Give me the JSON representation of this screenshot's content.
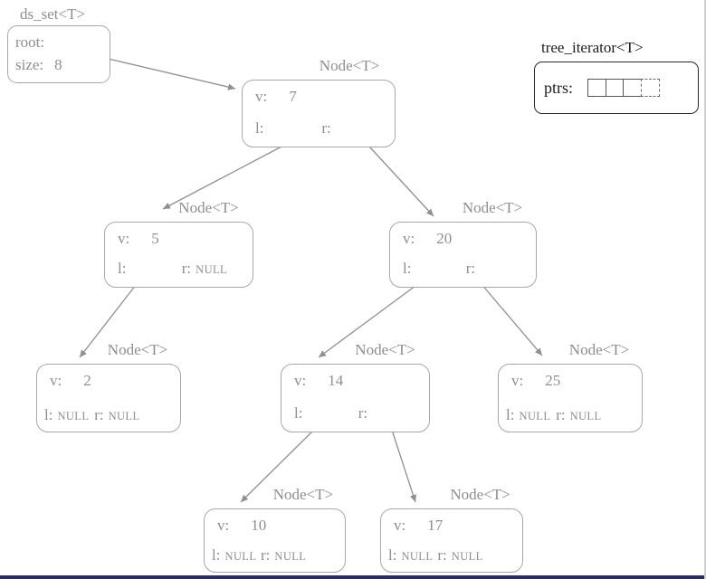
{
  "ds_set": {
    "title": "ds_set<T>",
    "root_label": "root:",
    "size_label": "size:",
    "size_value": "8"
  },
  "iterator": {
    "title": "tree_iterator<T>",
    "ptrs_label": "ptrs:",
    "cell_count": 4,
    "cell_styles": [
      "solid",
      "solid",
      "solid",
      "dashed"
    ]
  },
  "nodes": [
    {
      "title": "Node<T>",
      "v_label": "v:",
      "v": "7",
      "l_label": "l:",
      "l": "",
      "r_label": "r:",
      "r": ""
    },
    {
      "title": "Node<T>",
      "v_label": "v:",
      "v": "5",
      "l_label": "l:",
      "l": "",
      "r_label": "r:",
      "r": "NULL"
    },
    {
      "title": "Node<T>",
      "v_label": "v:",
      "v": "20",
      "l_label": "l:",
      "l": "",
      "r_label": "r:",
      "r": ""
    },
    {
      "title": "Node<T>",
      "v_label": "v:",
      "v": "2",
      "l_label": "l:",
      "l": "NULL",
      "r_label": "r:",
      "r": "NULL"
    },
    {
      "title": "Node<T>",
      "v_label": "v:",
      "v": "14",
      "l_label": "l:",
      "l": "",
      "r_label": "r:",
      "r": ""
    },
    {
      "title": "Node<T>",
      "v_label": "v:",
      "v": "25",
      "l_label": "l:",
      "l": "NULL",
      "r_label": "r:",
      "r": "NULL"
    },
    {
      "title": "Node<T>",
      "v_label": "v:",
      "v": "10",
      "l_label": "l:",
      "l": "NULL",
      "r_label": "r:",
      "r": "NULL"
    },
    {
      "title": "Node<T>",
      "v_label": "v:",
      "v": "17",
      "l_label": "l:",
      "l": "NULL",
      "r_label": "r:",
      "r": "NULL"
    }
  ],
  "edges": [
    {
      "from": "ds_set.root",
      "to": "node-7"
    },
    {
      "from": "node-7.l",
      "to": "node-5"
    },
    {
      "from": "node-7.r",
      "to": "node-20"
    },
    {
      "from": "node-5.l",
      "to": "node-2"
    },
    {
      "from": "node-20.l",
      "to": "node-14"
    },
    {
      "from": "node-20.r",
      "to": "node-25"
    },
    {
      "from": "node-14.l",
      "to": "node-10"
    },
    {
      "from": "node-14.r",
      "to": "node-17"
    }
  ],
  "colors": {
    "diagram_gray": "#8e8e8e",
    "node_border": "#a8a8a8",
    "arrow": "#8f8f8f",
    "iterator_black": "#1c1c1c",
    "bottom_bar": "#262d68"
  }
}
